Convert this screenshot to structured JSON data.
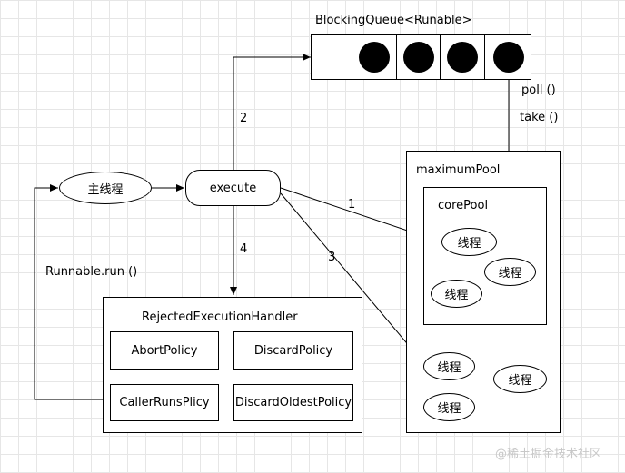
{
  "queue": {
    "label": "BlockingQueue<Runable>"
  },
  "poll_label": "poll ()",
  "take_label": "take ()",
  "main_thread": "主线程",
  "execute": "execute",
  "edge_labels": {
    "e1": "1",
    "e2": "2",
    "e3": "3",
    "e4": "4"
  },
  "runnable_run": "Runnable.run ()",
  "handler": {
    "title": "RejectedExecutionHandler",
    "policies": {
      "abort": "AbortPolicy",
      "discard": "DiscardPolicy",
      "caller_runs": "CallerRunsPlicy",
      "discard_oldest": "DiscardOldestPolicy"
    }
  },
  "maximum_pool": {
    "title": "maximumPool",
    "threads": [
      "线程",
      "线程",
      "线程"
    ]
  },
  "core_pool": {
    "title": "corePool",
    "threads": [
      "线程",
      "线程",
      "线程"
    ]
  },
  "watermark": "@稀土掘金技术社区"
}
